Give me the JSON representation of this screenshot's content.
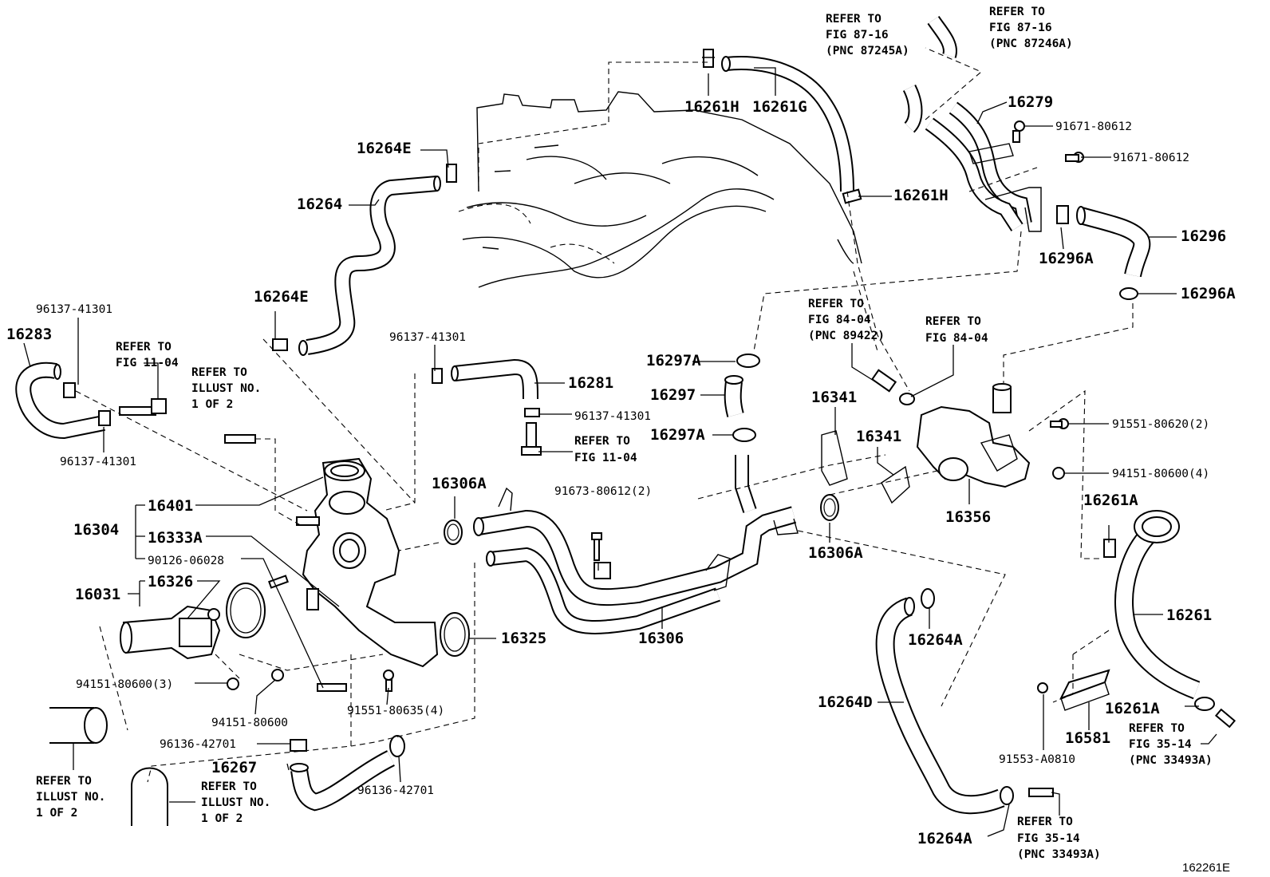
{
  "figure_id": "162261E",
  "callouts": {
    "c16261H_a": "16261H",
    "c16261G": "16261G",
    "c16264E_a": "16264E",
    "c16264": "16264",
    "c16261H_b": "16261H",
    "c16279": "16279",
    "c16296": "16296",
    "c16296A_a": "16296A",
    "c16296A_b": "16296A",
    "c16264E_b": "16264E",
    "c16283": "16283",
    "c16281": "16281",
    "c16297A_a": "16297A",
    "c16297": "16297",
    "c16297A_b": "16297A",
    "c16341_a": "16341",
    "c16341_b": "16341",
    "c16356": "16356",
    "c16306A_a": "16306A",
    "c16306A_b": "16306A",
    "c16401": "16401",
    "c16304": "16304",
    "c16333A": "16333A",
    "c16031": "16031",
    "c16326": "16326",
    "c16325": "16325",
    "c16306": "16306",
    "c16261A_a": "16261A",
    "c16261": "16261",
    "c16264A_a": "16264A",
    "c16264D": "16264D",
    "c16581": "16581",
    "c16261A_b": "16261A",
    "c16267": "16267",
    "c16264A_b": "16264A"
  },
  "part_numbers": {
    "p91671a": "91671-80612",
    "p91671b": "91671-80612",
    "p96137a": "96137-41301",
    "p96137b": "96137-41301",
    "p96137c": "96137-41301",
    "p96137d": "96137-41301",
    "p91551a": "91551-80620(2)",
    "p94151a": "94151-80600(4)",
    "p91673": "91673-80612(2)",
    "p90126": "90126-06028",
    "p94151b": "94151-80600(3)",
    "p94151c": "94151-80600",
    "p91551b": "91551-80635(4)",
    "p96136a": "96136-42701",
    "p96136b": "96136-42701",
    "p91553": "91553-A0810"
  },
  "references": {
    "r1": [
      "REFER TO",
      "FIG 87-16",
      "(PNC 87245A)"
    ],
    "r2": [
      "REFER TO",
      "FIG 87-16",
      "(PNC 87246A)"
    ],
    "r3": [
      "REFER TO",
      "FIG 84-04",
      "(PNC 89422)"
    ],
    "r4": [
      "REFER TO",
      "FIG 84-04"
    ],
    "r5": [
      "REFER TO",
      "FIG 11-04"
    ],
    "r6": [
      "REFER TO",
      "ILLUST NO.",
      "1 OF 2"
    ],
    "r7": [
      "REFER TO",
      "FIG 11-04"
    ],
    "r8": [
      "REFER TO",
      "ILLUST NO.",
      "1 OF 2"
    ],
    "r9": [
      "REFER TO",
      "ILLUST NO.",
      "1 OF 2"
    ],
    "r10": [
      "REFER TO",
      "FIG 35-14",
      "(PNC 33493A)"
    ],
    "r11": [
      "REFER TO",
      "FIG 35-14",
      "(PNC 33493A)"
    ]
  }
}
